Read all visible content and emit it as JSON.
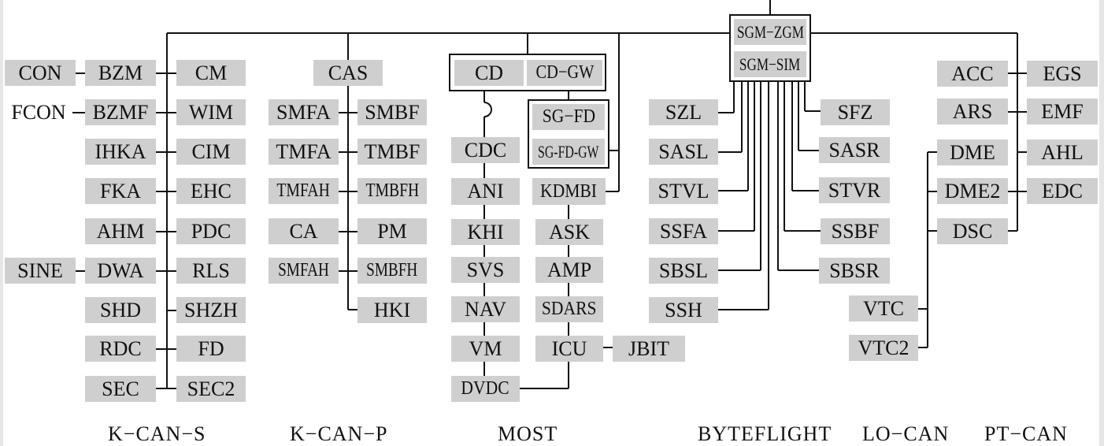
{
  "nodes": {
    "CON": "CON",
    "BZM": "BZM",
    "CM": "CM",
    "FCON": "FCON",
    "BZMF": "BZMF",
    "WIM": "WIM",
    "IHKA": "IHKA",
    "CIM": "CIM",
    "FKA": "FKA",
    "EHC": "EHC",
    "AHM": "AHM",
    "PDC": "PDC",
    "SINE": "SINE",
    "DWA": "DWA",
    "RLS": "RLS",
    "SHD": "SHD",
    "SHZH": "SHZH",
    "RDC": "RDC",
    "FD": "FD",
    "SEC": "SEC",
    "SEC2": "SEC2",
    "CAS": "CAS",
    "SMFA": "SMFA",
    "SMBF": "SMBF",
    "TMFA": "TMFA",
    "TMBF": "TMBF",
    "TMFAH": "TMFAH",
    "TMBFH": "TMBFH",
    "CA": "CA",
    "PM": "PM",
    "SMFAH": "SMFAH",
    "SMBFH": "SMBFH",
    "HKI": "HKI",
    "CD": "CD",
    "CDGW": "CD−GW",
    "SGFD": "SG−FD",
    "SGFDGW": "SG-FD-GW",
    "CDC": "CDC",
    "ANI": "ANI",
    "KDMBI": "KDMBI",
    "KHI": "KHI",
    "ASK": "ASK",
    "SVS": "SVS",
    "AMP": "AMP",
    "NAV": "NAV",
    "SDARS": "SDARS",
    "VM": "VM",
    "ICU": "ICU",
    "JBIT": "JBIT",
    "DVDC": "DVDC",
    "SGMZGM": "SGM−ZGM",
    "SGMSIM": "SGM−SIM",
    "SZL": "SZL",
    "SFZ": "SFZ",
    "SASL": "SASL",
    "SASR": "SASR",
    "STVL": "STVL",
    "STVR": "STVR",
    "SSFA": "SSFA",
    "SSBF": "SSBF",
    "SBSL": "SBSL",
    "SBSR": "SBSR",
    "SSH": "SSH",
    "ACC": "ACC",
    "EGS": "EGS",
    "ARS": "ARS",
    "EMF": "EMF",
    "DME": "DME",
    "AHL": "AHL",
    "DME2": "DME2",
    "EDC": "EDC",
    "DSC": "DSC",
    "VTC": "VTC",
    "VTC2": "VTC2"
  },
  "bus_labels": {
    "kcan_s": "K−CAN−S",
    "kcan_p": "K−CAN−P",
    "most": "MOST",
    "byteflight": "BYTEFLIGHT",
    "lo_can": "LO−CAN",
    "pt_can": "PT−CAN"
  }
}
